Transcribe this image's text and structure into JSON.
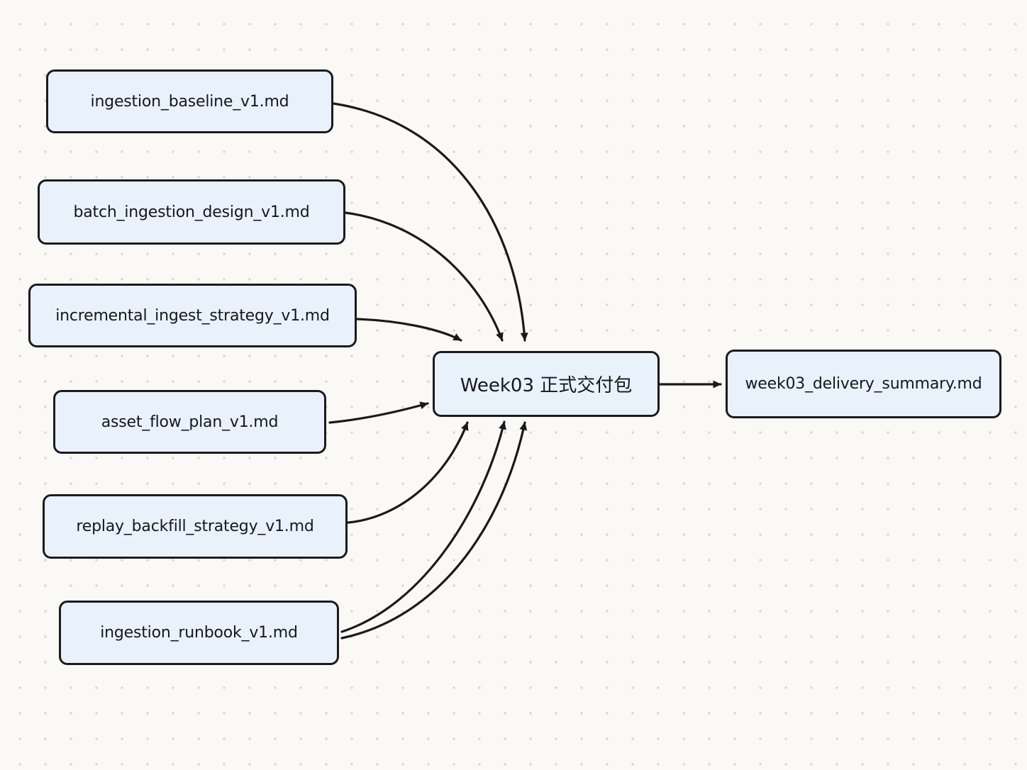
{
  "canvas": {
    "background_color": "#faf9f6",
    "dot_grid_color": "#d8d5d0",
    "node_fill_color": "#e9f1fb",
    "node_border_color": "#1b1b1f",
    "arrow_color": "#1a1a1a"
  },
  "nodes": [
    {
      "id": "ingestion_baseline",
      "label": "ingestion_baseline_v1.md"
    },
    {
      "id": "batch_design",
      "label": "batch_ingestion_design_v1.md"
    },
    {
      "id": "incremental_strategy",
      "label": "incremental_ingest_strategy_v1.md"
    },
    {
      "id": "asset_flow",
      "label": "asset_flow_plan_v1.md"
    },
    {
      "id": "replay_backfill",
      "label": "replay_backfill_strategy_v1.md"
    },
    {
      "id": "ingestion_runbook",
      "label": "ingestion_runbook_v1.md"
    },
    {
      "id": "week03_package",
      "label": "Week03 正式交付包"
    },
    {
      "id": "delivery_summary",
      "label": "week03_delivery_summary.md"
    }
  ],
  "edges": [
    {
      "from": "ingestion_baseline",
      "to": "week03_package"
    },
    {
      "from": "batch_design",
      "to": "week03_package"
    },
    {
      "from": "incremental_strategy",
      "to": "week03_package"
    },
    {
      "from": "asset_flow",
      "to": "week03_package"
    },
    {
      "from": "replay_backfill",
      "to": "week03_package"
    },
    {
      "from": "ingestion_runbook",
      "to": "week03_package"
    },
    {
      "from": "ingestion_runbook",
      "to": "week03_package"
    },
    {
      "from": "week03_package",
      "to": "delivery_summary"
    }
  ]
}
